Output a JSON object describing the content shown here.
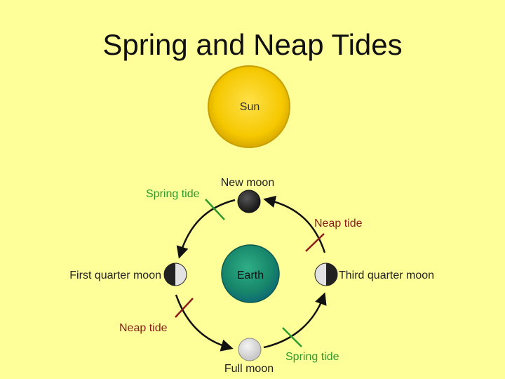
{
  "title": "Spring and Neap Tides",
  "diagram": {
    "sun_label": "Sun",
    "earth_label": "Earth",
    "moon_labels": {
      "new": "New moon",
      "first_quarter": "First quarter moon",
      "full": "Full moon",
      "third_quarter": "Third quarter moon"
    },
    "tide_labels": {
      "spring_top": "Spring tide",
      "neap_right": "Neap tide",
      "neap_left": "Neap tide",
      "spring_bottom": "Spring tide"
    },
    "colors": {
      "background": "#ffff99",
      "sun": "#f5c800",
      "earth": "#1b8a6b",
      "spring_tide": "#2e9a2e",
      "neap_tide": "#8b1a1a",
      "arrow": "#111111"
    },
    "icons": [
      "sun-icon",
      "earth-icon",
      "new-moon-icon",
      "first-quarter-moon-icon",
      "full-moon-icon",
      "third-quarter-moon-icon"
    ]
  }
}
